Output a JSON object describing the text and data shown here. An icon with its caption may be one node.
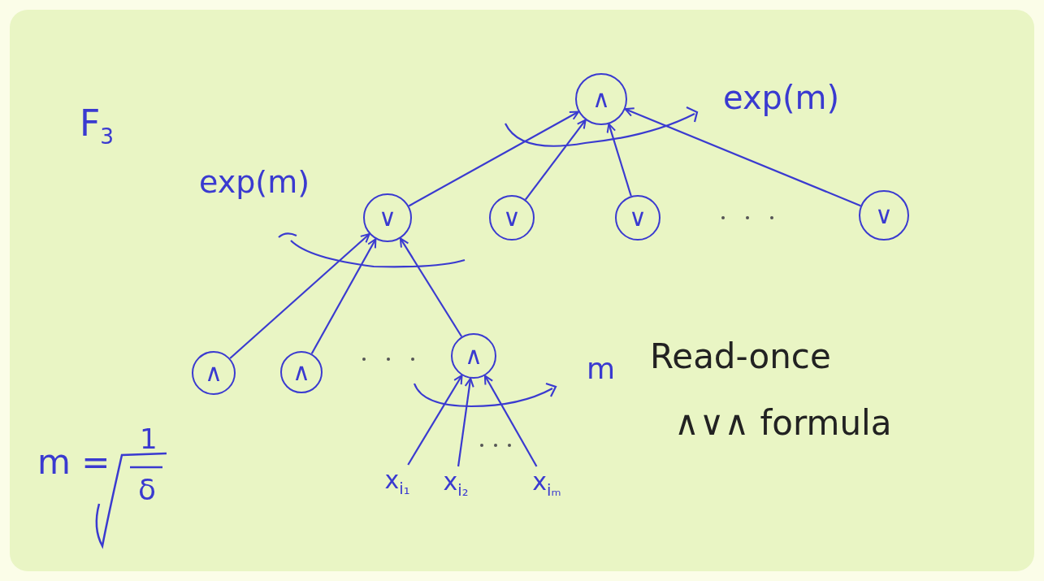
{
  "diagram": {
    "nodes": [
      {
        "text": [
          "∧"
        ]
      },
      {
        "text": [
          "∨"
        ]
      },
      {
        "text": [
          "∨"
        ]
      },
      {
        "text": [
          "∨"
        ]
      },
      {
        "text": [
          "∨"
        ]
      },
      {
        "text": [
          "∧"
        ]
      },
      {
        "text": [
          "∧"
        ]
      },
      {
        "text": [
          "∧"
        ]
      },
      {
        "text": [
          "x$_{i₁}$"
        ]
      },
      {
        "text": [
          "x$_{i₂}$"
        ]
      },
      {
        "text": [
          "x$_{iₘ}$"
        ]
      }
    ],
    "edges": [
      {
        "from": 1,
        "to": 0,
        "arrow": "to"
      },
      {
        "from": 2,
        "to": 0,
        "arrow": "to"
      },
      {
        "from": 3,
        "to": 0,
        "arrow": "to"
      },
      {
        "from": 4,
        "to": 0,
        "arrow": "to"
      },
      {
        "from": 5,
        "to": 1,
        "arrow": "to"
      },
      {
        "from": 6,
        "to": 1,
        "arrow": "to"
      },
      {
        "from": 7,
        "to": 1,
        "arrow": "to"
      },
      {
        "from": 8,
        "to": 7,
        "arrow": "to"
      },
      {
        "from": 9,
        "to": 7,
        "arrow": "to"
      },
      {
        "from": 10,
        "to": 7,
        "arrow": "to"
      }
    ],
    "labels": [
      "F$_{3}$",
      "exp(m)",
      "exp(m)",
      "m",
      "Read-once",
      "∧∨∧ formula",
      "m =",
      "1",
      "δ"
    ]
  }
}
